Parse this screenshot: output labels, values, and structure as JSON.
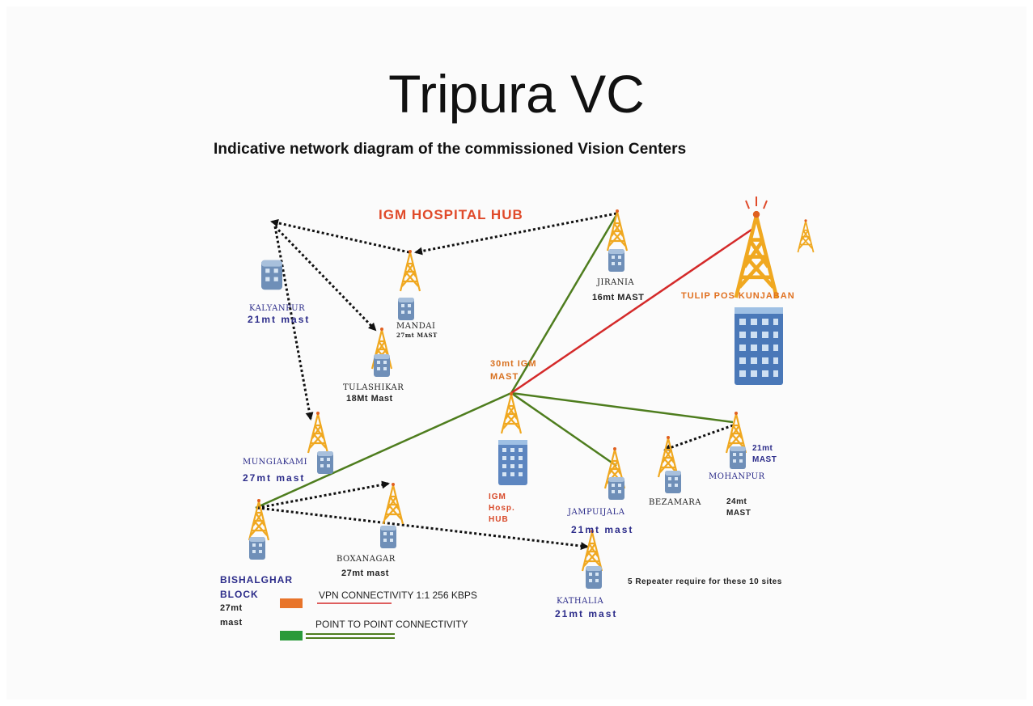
{
  "slide": {
    "title": "Tripura VC",
    "subtitle": "Indicative network diagram of the commissioned Vision Centers"
  },
  "hub": {
    "label": "IGM HOSPITAL HUB",
    "mast_label": "30mt IGM MAST",
    "building_label": "IGM Hosp. HUB"
  },
  "sites": {
    "kalyanpur": {
      "name": "KALYANPUR",
      "mast": "21mt mast"
    },
    "mandai": {
      "name": "MANDAI",
      "mast": "27mt MAST"
    },
    "jirania": {
      "name": "JIRANIA",
      "mast": "16mt MAST"
    },
    "tulip": {
      "name": "TULIP POS KUNJABAN"
    },
    "tulashikar": {
      "name": "TULASHIKAR",
      "mast": "18Mt Mast"
    },
    "mungiakami": {
      "name": "MUNGIAKAMI",
      "mast": "27mt mast"
    },
    "mohanpur": {
      "name": "MOHANPUR",
      "mast": "21mt MAST"
    },
    "bezamara": {
      "name": "BEZAMARA",
      "mast": "24mt MAST"
    },
    "jampuijala": {
      "name": "JAMPUIJALA",
      "mast": "21mt mast"
    },
    "boxanagar": {
      "name": "BOXANAGAR",
      "mast": "27mt mast"
    },
    "bishalghar": {
      "name": "BISHALGHAR BLOCK",
      "mast_line1": "27mt",
      "mast_line2": "mast"
    },
    "kathalia": {
      "name": "KATHALIA",
      "mast": "21mt mast"
    }
  },
  "note": "5 Repeater require for these 10 sites",
  "legend": {
    "vpn": "VPN CONNECTIVITY 1:1 256 KBPS",
    "p2p": "POINT TO POINT CONNECTIVITY"
  },
  "colors": {
    "vpn_line": "#d42a2a",
    "p2p_line": "#4e7d1e",
    "legend_orange": "#e8742a",
    "legend_green": "#2a9a3a",
    "hub_text": "#e04a2a",
    "mast_orange": "#f0a820",
    "building_blue": "#4a78b8"
  }
}
